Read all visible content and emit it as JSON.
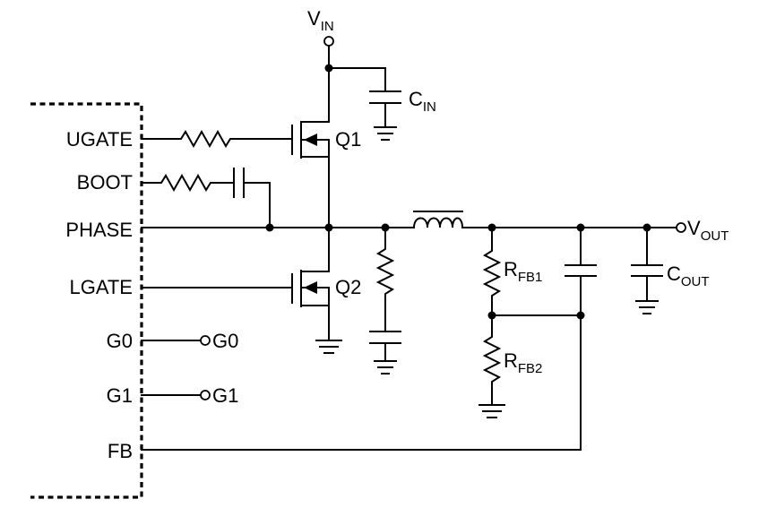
{
  "ic": {
    "pins": {
      "ugate": "UGATE",
      "boot": "BOOT",
      "phase": "PHASE",
      "lgate": "LGATE",
      "g0": "G0",
      "g1": "G1",
      "fb": "FB"
    }
  },
  "external_labels": {
    "g0": "G0",
    "g1": "G1"
  },
  "nets": {
    "vin": {
      "main": "V",
      "sub": "IN"
    },
    "vout": {
      "main": "V",
      "sub": "OUT"
    }
  },
  "components": {
    "q1": "Q1",
    "q2": "Q2",
    "cin": {
      "main": "C",
      "sub": "IN"
    },
    "cout": {
      "main": "C",
      "sub": "OUT"
    },
    "rfb1": {
      "main": "R",
      "sub": "FB1"
    },
    "rfb2": {
      "main": "R",
      "sub": "FB2"
    }
  }
}
